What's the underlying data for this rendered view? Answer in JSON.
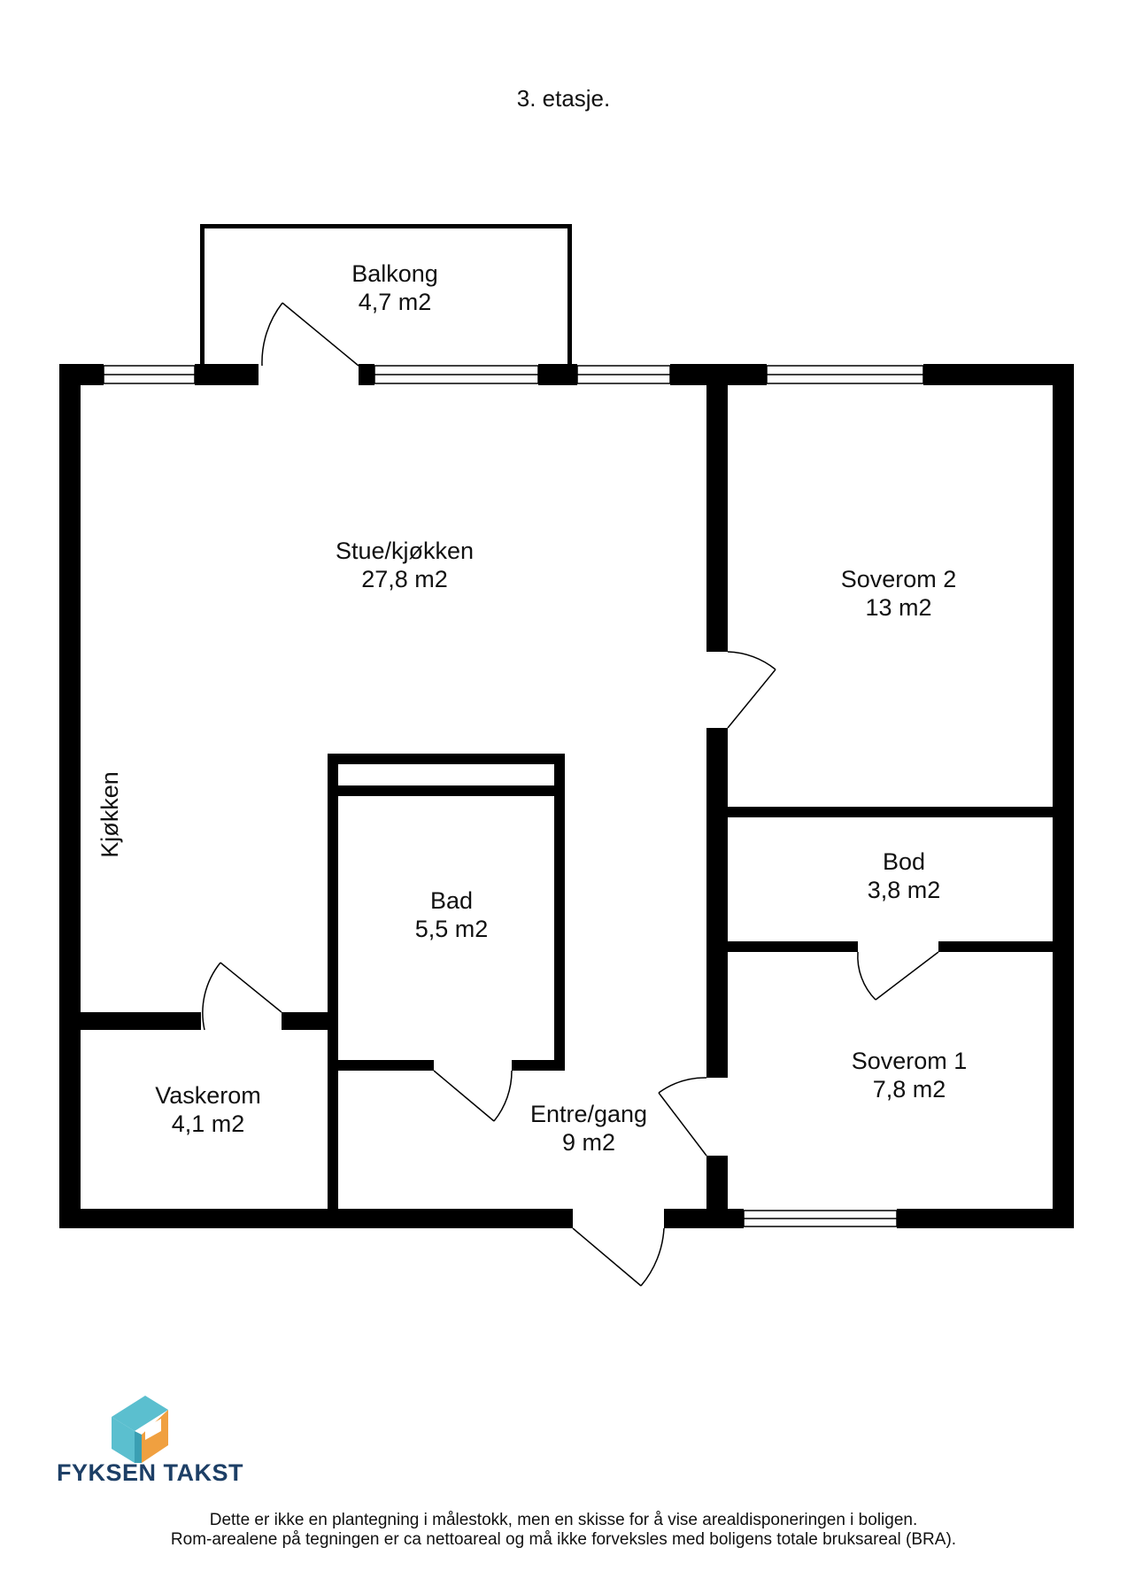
{
  "floor_title": "3. etasje.",
  "rooms": [
    {
      "name": "Balkong",
      "area": "4,7 m2"
    },
    {
      "name": "Stue/kjøkken",
      "area": "27,8 m2"
    },
    {
      "name": "Soverom 2",
      "area": "13 m2"
    },
    {
      "name": "Bad",
      "area": "5,5 m2"
    },
    {
      "name": "Bod",
      "area": "3,8 m2"
    },
    {
      "name": "Soverom 1",
      "area": "7,8 m2"
    },
    {
      "name": "Vaskerom",
      "area": "4,1 m2"
    },
    {
      "name": "Entre/gang",
      "area": "9 m2"
    }
  ],
  "kitchen_label": "Kjøkken",
  "logo": {
    "text": "FYKSEN TAKST",
    "colors": {
      "teal": "#5bbfcf",
      "orange": "#f0a040",
      "navy": "#1d3f66"
    }
  },
  "disclaimer": {
    "line1": "Dette er ikke en plantegning i målestokk, men en skisse for å vise arealdisponeringen i boligen.",
    "line2": "Rom-arealene på tegningen er ca nettoareal og må ikke forveksles med boligens totale bruksareal (BRA)."
  }
}
